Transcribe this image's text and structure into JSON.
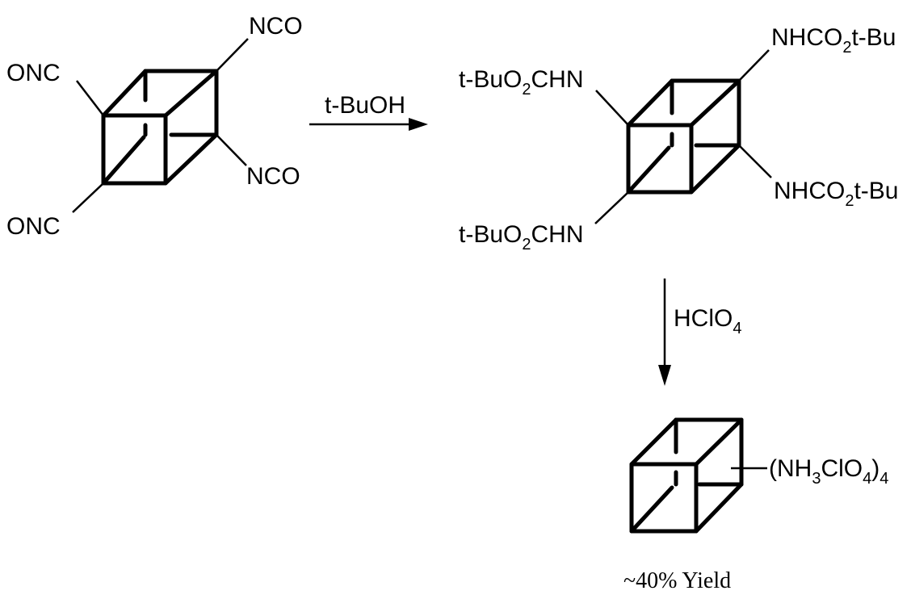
{
  "reactant": {
    "top_right": "NCO",
    "upper_left": "ONC",
    "lower_right": "NCO",
    "lower_left": "ONC"
  },
  "step1": {
    "reagent": "t-BuOH"
  },
  "intermediate": {
    "top_right": {
      "main": "NHCO",
      "sub": "2",
      "tail": "t-Bu"
    },
    "upper_left": {
      "head": "t-BuO",
      "sub": "2",
      "tail": "CHN"
    },
    "lower_right": {
      "main": "NHCO",
      "sub": "2",
      "tail": "t-Bu"
    },
    "lower_left": {
      "head": "t-BuO",
      "sub": "2",
      "tail": "CHN"
    }
  },
  "step2": {
    "reagent": "HClO",
    "reagent_sub": "4"
  },
  "product": {
    "label_a": "(NH",
    "sub_a": "3",
    "label_b": "ClO",
    "sub_b": "4",
    "label_c": ")",
    "sub_c": "4"
  },
  "yield": "~40% Yield"
}
